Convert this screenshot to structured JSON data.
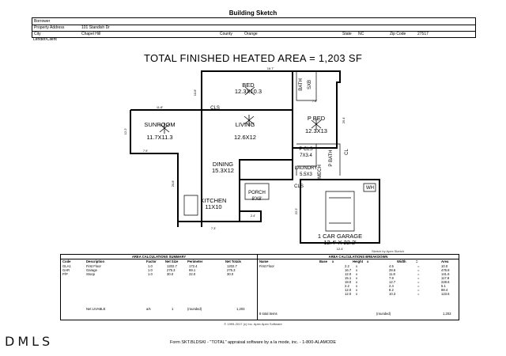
{
  "title": "Building Sketch",
  "header": {
    "borrower_label": "Borrower",
    "property_label": "Property Address",
    "property_value": "101 Standish Dr",
    "city_label": "City",
    "city_value": "Chapel Hill",
    "county_label": "County",
    "county_value": "Orange",
    "state_label": "State",
    "state_value": "NC",
    "zip_label": "Zip Code",
    "zip_value": "27517",
    "lender_label": "Lender/Client"
  },
  "total_area": "TOTAL FINISHED HEATED AREA = 1,203 SF",
  "rooms": {
    "bed": "BED",
    "bed_dim": "12.3X10.3",
    "bath1": "BATH",
    "sxb": "SXB",
    "cls1": "CLS",
    "sunroom": "SUNROOM",
    "sunroom_dim": "11.7X11.3",
    "living": "LIVING",
    "living_dim": "12.6X12",
    "pbed": "P BED",
    "pbed_dim": "12.3X13",
    "pcls": "P CLS",
    "pcls_dim": "7X3.4",
    "laundry": "LAUNDRY",
    "laundry_dim": "5.5X3",
    "dining": "DINING",
    "dining_dim": "15.3X12",
    "pbath": "P BATH",
    "mech": "MECH",
    "cls2": "CLS",
    "porch": "PORCH",
    "porch_dim": "8'X8'",
    "kitchen": "KITCHEN",
    "kitchen_dim": "11X10",
    "garage": "1 CAR GARAGE",
    "garage_dim": "12.4' X 22.2'",
    "wh": "WH",
    "cl": "CL"
  },
  "dims": {
    "top": "16.7'",
    "left_top": "11.8'",
    "right_top": "7.8'",
    "sun_bottom": "7.9'",
    "bottom_left": "7.3'",
    "bottom_right": "2.4'",
    "garage_bottom": "12.4'",
    "v_bed": "10.8'",
    "v_sun": "12.2'",
    "v_right": "25.4'",
    "v_gar": "22.2'",
    "v_din": "20.8'"
  },
  "credit": "Sketch by Apex Sketch",
  "summary": {
    "heading": "AREA CALCULATIONS SUMMARY",
    "cols": [
      "Code",
      "Description",
      "Factor",
      "Net Size",
      "Perimeter",
      "Net Totals"
    ],
    "rows": [
      [
        "GLA1",
        "First Floor",
        "1.0",
        "1202.7",
        "172.4",
        "1202.7"
      ],
      [
        "GAR",
        "Garage",
        "1.0",
        "275.3",
        "69.1",
        "275.3"
      ],
      [
        "P/P",
        "Stoop",
        "1.0",
        "30.0",
        "22.0",
        "30.0"
      ]
    ],
    "net_label": "Net LIVABLE",
    "net_rooms": "(rounded)",
    "net_count": "1",
    "net_unit": "a/s",
    "net_value": "1,203"
  },
  "breakdown": {
    "heading": "AREA CALCULATIONS BREAKDOWN",
    "cols": [
      "Name",
      "Base",
      "x",
      "Height",
      "x",
      "Width",
      "=",
      "Area"
    ],
    "label": "First Floor",
    "rows": [
      [
        "2.2",
        "x",
        "4.5",
        "=",
        "10.0"
      ],
      [
        "16.7",
        "x",
        "28.6",
        "=",
        "476.8"
      ],
      [
        "12.0",
        "x",
        "11.8",
        "=",
        "141.6"
      ],
      [
        "15.1",
        "x",
        "7.9",
        "=",
        "117.8"
      ],
      [
        "18.0",
        "x",
        "12.7",
        "=",
        "228.6"
      ],
      [
        "2.2",
        "x",
        "2.4",
        "=",
        "5.1"
      ],
      [
        "12.0",
        "x",
        "8.2",
        "=",
        "98.4"
      ],
      [
        "12.0",
        "x",
        "10.3",
        "=",
        "123.6"
      ]
    ],
    "total_label": "8 total items",
    "total_note": "(rounded)",
    "total_value": "1,203"
  },
  "copyright": "© 1999-2017 (c) Inc. Apex Apex Software",
  "logo": "DMLS",
  "footer": "Form SKT.BLDSKI - \"TOTAL\" appraisal software by a la mode, inc. - 1-800-ALAMODE"
}
